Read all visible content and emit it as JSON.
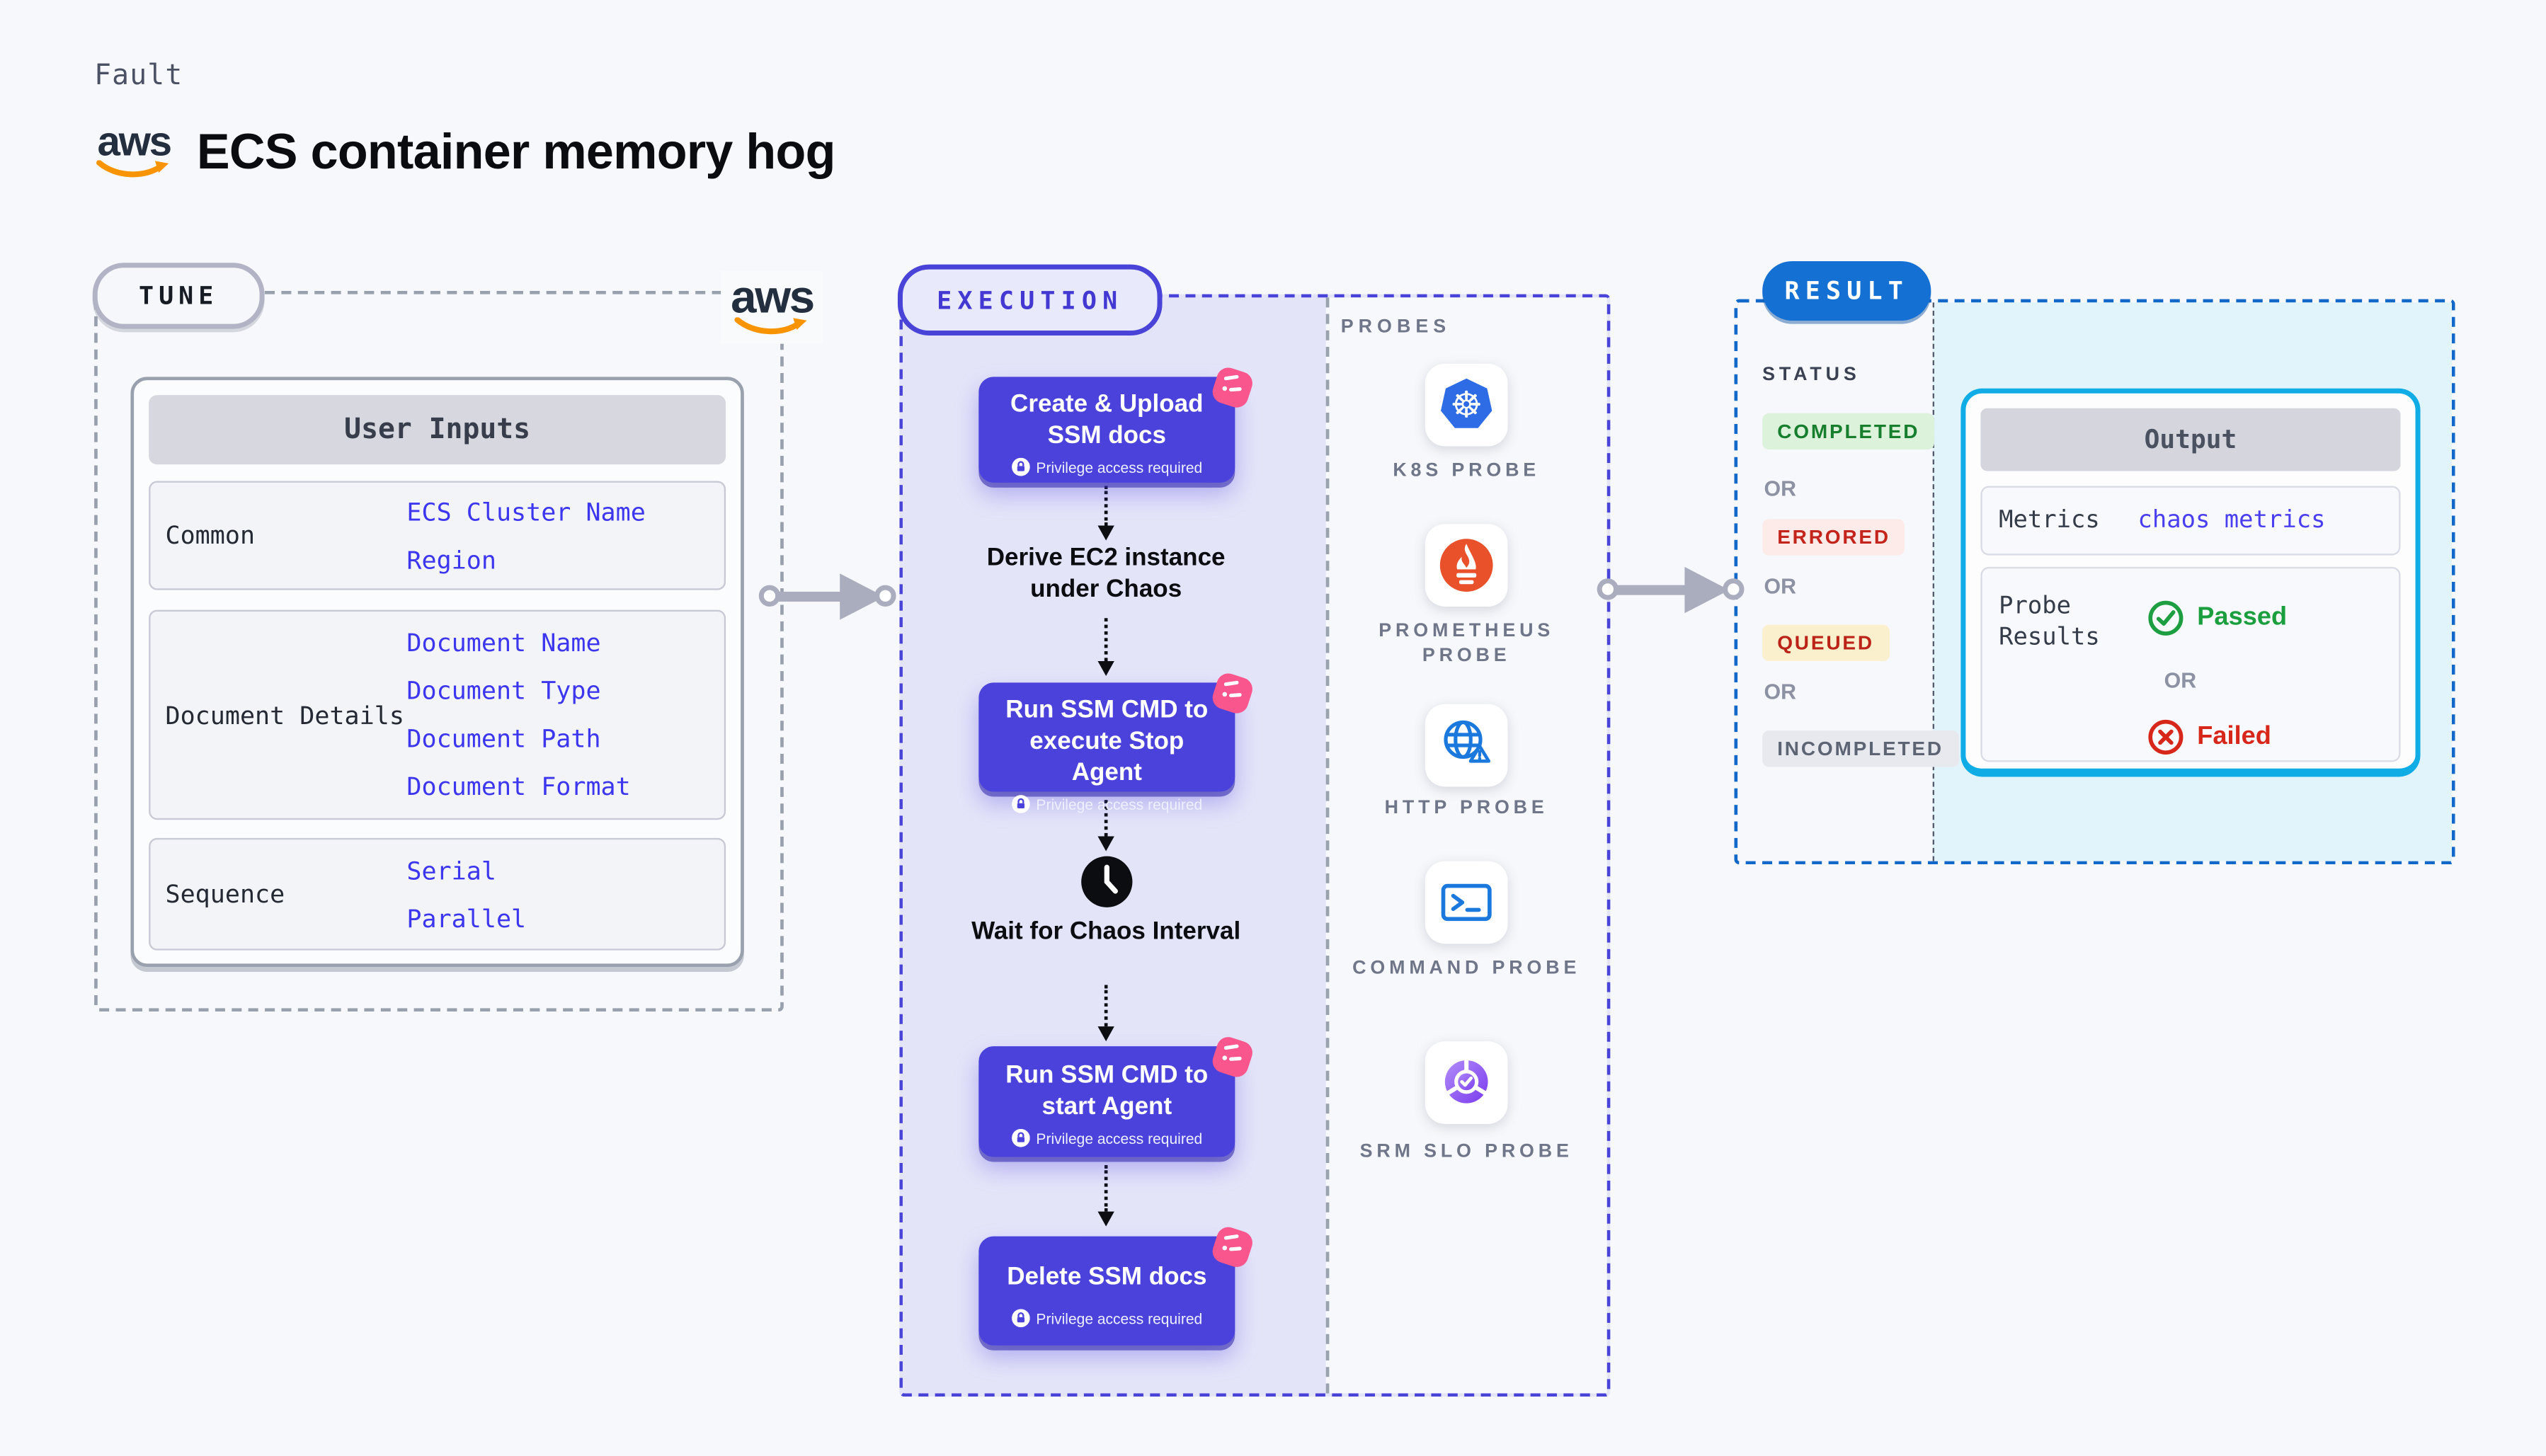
{
  "header": {
    "kicker": "Fault",
    "title": "ECS container memory hog",
    "aws_logo_text": "aws"
  },
  "colors": {
    "page_bg": "#f7f8fb",
    "indigo_accent": "#4b42dc",
    "exec_panel_bg": "#e4e4f9",
    "result_blue": "#1471d3",
    "output_border_cyan": "#10ace5",
    "result_panel_bg": "#e2f4fb",
    "value_indigo": "#3d36ef",
    "aws_orange": "#f79400",
    "chaos_pink": "#f8568c",
    "passed_green": "#1b9e3d",
    "failed_red": "#d7271a"
  },
  "tune": {
    "pill": "TUNE",
    "card_title": "User Inputs",
    "groups": [
      {
        "label": "Common",
        "values": [
          "ECS Cluster Name",
          "Region"
        ]
      },
      {
        "label": "Document Details",
        "values": [
          "Document Name",
          "Document Type",
          "Document Path",
          "Document Format"
        ]
      },
      {
        "label": "Sequence",
        "values": [
          "Serial",
          "Parallel"
        ]
      }
    ]
  },
  "execution": {
    "pill": "EXECUTION",
    "privilege_note": "Privilege access required",
    "steps": [
      {
        "title": "Create & Upload SSM docs"
      },
      {
        "title": "Derive EC2 instance under Chaos"
      },
      {
        "title": "Run SSM CMD to execute Stop Agent"
      },
      {
        "title": "Wait for Chaos Interval"
      },
      {
        "title": "Run SSM CMD to start Agent"
      },
      {
        "title": "Delete SSM docs"
      }
    ]
  },
  "probes": {
    "heading": "PROBES",
    "items": [
      {
        "icon": "kubernetes-icon",
        "label": "K8S PROBE"
      },
      {
        "icon": "prometheus-icon",
        "label": "PROMETHEUS PROBE"
      },
      {
        "icon": "http-icon",
        "label": "HTTP PROBE"
      },
      {
        "icon": "command-icon",
        "label": "COMMAND PROBE"
      },
      {
        "icon": "srm-slo-icon",
        "label": "SRM SLO PROBE"
      }
    ]
  },
  "result": {
    "pill": "RESULT",
    "status_heading": "STATUS",
    "or_label": "OR",
    "statuses": [
      "COMPLETED",
      "ERRORED",
      "QUEUED",
      "INCOMPLETED"
    ],
    "output": {
      "title": "Output",
      "metrics_label": "Metrics",
      "metrics_value": "chaos metrics",
      "probe_results_label": "Probe Results",
      "passed": "Passed",
      "or_label": "OR",
      "failed": "Failed"
    }
  }
}
